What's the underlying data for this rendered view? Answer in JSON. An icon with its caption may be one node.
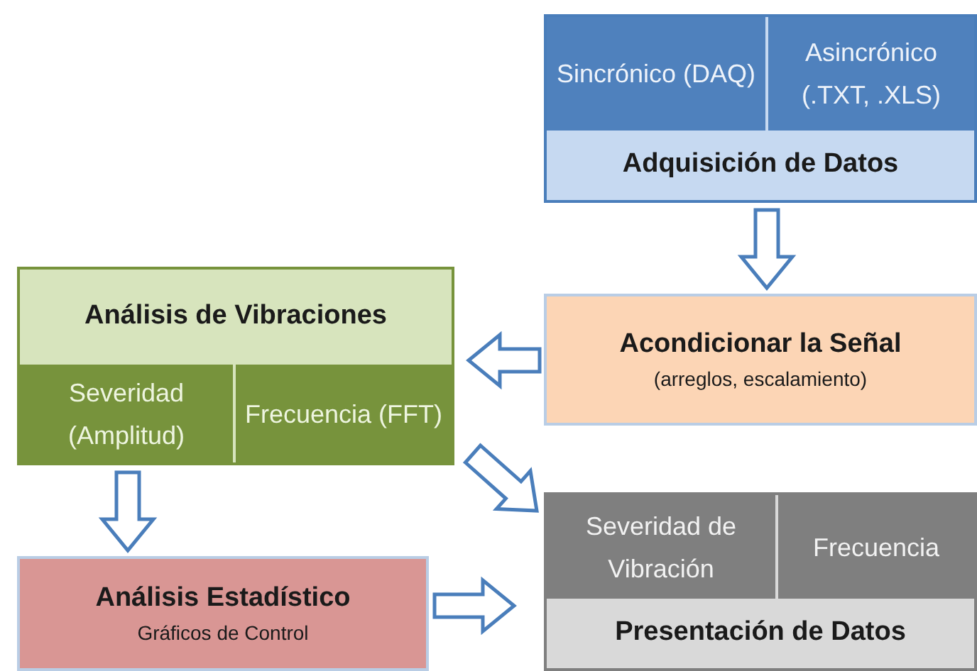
{
  "diagram": {
    "nodes": [
      {
        "text": [
          "Adquisición de Datos"
        ]
      },
      {
        "text": [
          "Sincrónico (DAQ)"
        ],
        "in": 0
      },
      {
        "text": [
          "Asincrónico (.TXT, .XLS)"
        ],
        "in": 0
      },
      {
        "text": [
          "Acondicionar la Señal",
          "(arreglos, escalamiento)"
        ]
      },
      {
        "text": [
          "Análisis de Vibraciones"
        ]
      },
      {
        "text": [
          "Severidad (Amplitud)"
        ],
        "in": 4
      },
      {
        "text": [
          "Frecuencia (FFT)"
        ],
        "in": 4
      },
      {
        "text": [
          "Análisis Estadístico",
          "Gráficos de Control"
        ]
      },
      {
        "text": [
          "Presentación de Datos"
        ]
      },
      {
        "text": [
          "Severidad de Vibración"
        ],
        "in": 8
      },
      {
        "text": [
          "Frecuencia"
        ],
        "in": 8
      }
    ],
    "edges": [
      {
        "from": 0,
        "to": 3,
        "arrow": "to"
      },
      {
        "from": 3,
        "to": 4,
        "arrow": "to"
      },
      {
        "from": 3,
        "to": 8,
        "arrow": "to"
      },
      {
        "from": 4,
        "to": 7,
        "arrow": "to"
      },
      {
        "from": 7,
        "to": 8,
        "arrow": "to"
      }
    ]
  }
}
